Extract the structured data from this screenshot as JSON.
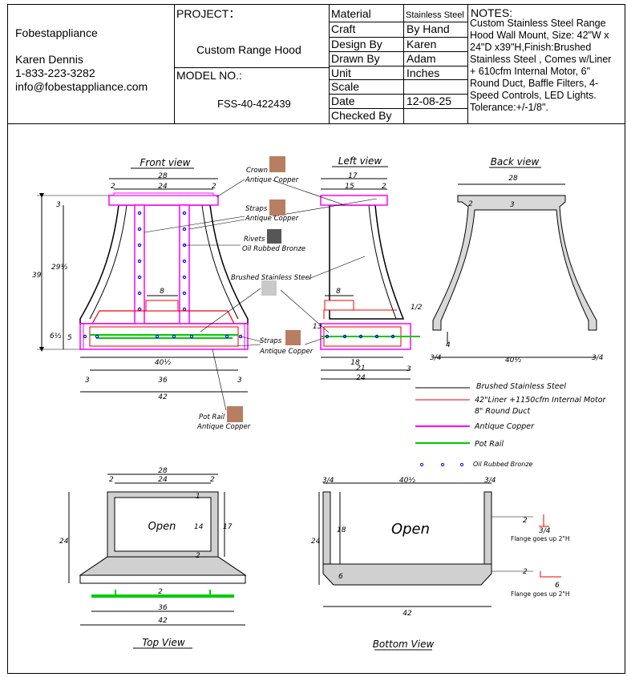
{
  "company": {
    "name": "Fobestappliance",
    "contact": "Karen Dennis",
    "phone": "1-833-223-3282",
    "email": "info@fobestappliance.com"
  },
  "project": {
    "label": "PROJECT：",
    "value": "Custom Range Hood"
  },
  "model": {
    "label": "MODEL NO.:",
    "value": "FSS-40-422439"
  },
  "specs": [
    {
      "label": "Material",
      "value": "Stainless Steel"
    },
    {
      "label": "Craft",
      "value": "By Hand"
    },
    {
      "label": "Design By",
      "value": "Karen"
    },
    {
      "label": "Drawn By",
      "value": "Adam"
    },
    {
      "label": "Unit",
      "value": "Inches"
    },
    {
      "label": "Scale",
      "value": ""
    },
    {
      "label": "Date",
      "value": "12-08-25"
    },
    {
      "label": "Checked By",
      "value": ""
    }
  ],
  "notes": {
    "heading": "NOTES:",
    "body": "Custom Stainless Steel Range Hood Wall Mount, Size: 42\"W x 24\"D x39\"H,Finish:Brushed Stainless Steel , Comes w/Liner + 610cfm Internal Motor, 6\" Round Duct, Baffle Filters, 4-Speed Controls, LED Lights. Tolerance:+/-1/8\"."
  },
  "views": {
    "front": "Front view",
    "left": "Left view",
    "back": "Back view",
    "top": "Top View",
    "bottom": "Bottom View"
  },
  "open_label": "Open",
  "flange_note": "Flange goes up 2\"H",
  "callouts": [
    {
      "a": "Crown",
      "b": "Antique Copper"
    },
    {
      "a": "Straps",
      "b": "Antique Copper"
    },
    {
      "a": "Rivets",
      "b": "Oil Rubbed Bronze"
    },
    {
      "a": "Brushed Stainless Steel"
    },
    {
      "a": "Straps",
      "b": "Antique Copper"
    },
    {
      "a": "Pot Rail",
      "b": "Antique Copper"
    }
  ],
  "legend": [
    "Brushed Stainless Steel",
    "42\"Liner +1150cfm Internal Motor",
    "8\" Round Duct",
    "Antique Copper",
    "Pot Rail",
    "Oil Rubbed Bronze"
  ],
  "dims": {
    "front": [
      "28",
      "24",
      "2",
      "2",
      "3",
      "39",
      "29½",
      "6½",
      "5",
      "8",
      "40½",
      "3",
      "36",
      "3",
      "42"
    ],
    "left": [
      "17",
      "15",
      "2",
      "8",
      "1/2",
      "13",
      "18",
      "21",
      "3",
      "24"
    ],
    "back": [
      "28",
      "2",
      "3",
      "4",
      "3/4",
      "40½",
      "3/4"
    ],
    "top": [
      "28",
      "24",
      "2",
      "2",
      "1",
      "14",
      "17",
      "24",
      "2",
      "2",
      "36",
      "42"
    ],
    "bottom": [
      "3/4",
      "40½",
      "3/4",
      "18",
      "24",
      "6",
      "42",
      "2",
      "3/4",
      "2",
      "6"
    ]
  },
  "colors": {
    "copper": "#b87e62",
    "bronze": "#565656",
    "stainless": "#c9c9c9",
    "copper_line": "#ff00ff",
    "pot_rail": "#00cc00",
    "liner": "#ee0000",
    "rivet": "#0000ff"
  }
}
